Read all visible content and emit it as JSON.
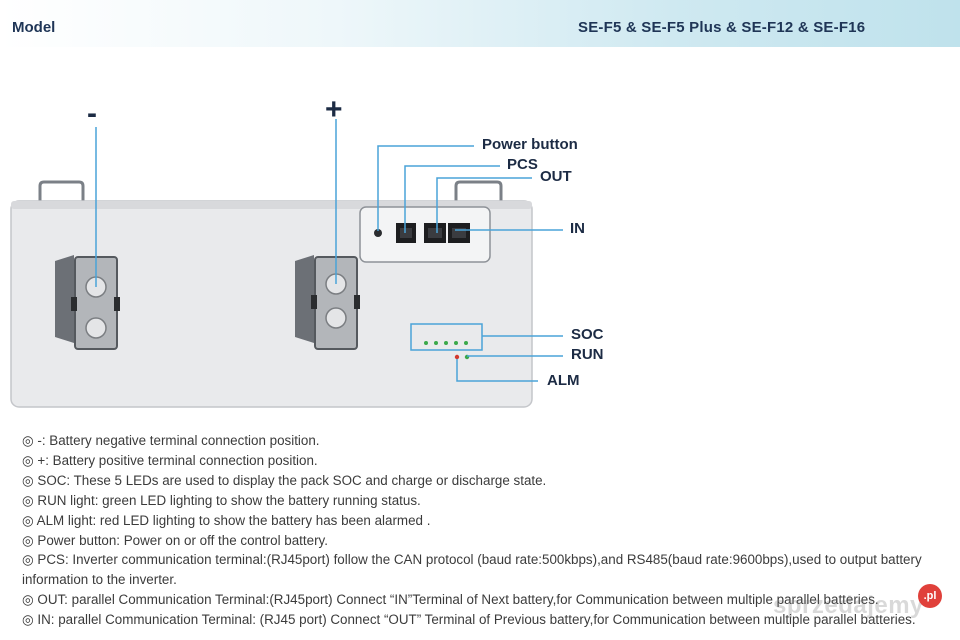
{
  "header": {
    "model_label": "Model",
    "model_names": "SE-F5 & SE-F5 Plus & SE-F12 & SE-F16"
  },
  "diagram": {
    "negative_sign": "-",
    "positive_sign": "+",
    "callouts": {
      "power_button": "Power button",
      "pcs": "PCS",
      "out": "OUT",
      "in": "IN",
      "soc": "SOC",
      "run": "RUN",
      "alm": "ALM"
    },
    "led_colors": {
      "soc": "#3aa84a",
      "run": "#3aa84a",
      "alm": "#d23a2e"
    },
    "accent_line_color": "#4aa3d8"
  },
  "notes": [
    "◎ -: Battery negative terminal connection position.",
    "◎ +: Battery positive terminal connection position.",
    "◎ SOC: These 5 LEDs are used to display the pack SOC and charge or discharge state.",
    "◎ RUN light: green LED lighting to show the battery running status.",
    "◎ ALM light: red LED lighting to show the battery has been alarmed .",
    "◎ Power button: Power on or off the control battery.",
    "◎ PCS: Inverter communication terminal:(RJ45port) follow the CAN protocol (baud rate:500kbps),and RS485(baud rate:9600bps),used to output battery information to the inverter.",
    "◎ OUT: parallel Communication Terminal:(RJ45port) Connect “IN”Terminal of Next battery,for Communication between multiple parallel batteries.",
    "◎ IN: parallel Communication Terminal: (RJ45 port) Connect “OUT”   Terminal of Previous battery,for Communication between multiple parallel batteries."
  ],
  "watermark": {
    "text": "sprzedajemy",
    "badge": ".pl"
  }
}
